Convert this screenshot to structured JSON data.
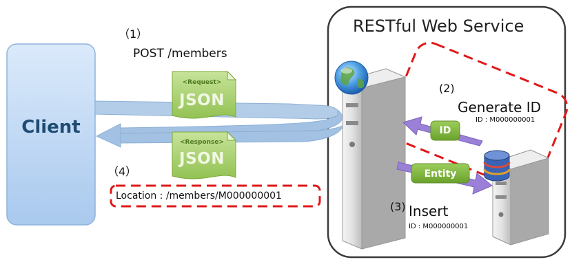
{
  "client": {
    "label": "Client"
  },
  "service": {
    "title": "RESTful Web Service"
  },
  "steps": {
    "step1": {
      "number": "（1）",
      "text": "POST /members"
    },
    "step2": {
      "number": "(2)",
      "text": "Generate ID",
      "id_text": "ID : M000000001"
    },
    "step3": {
      "number": "(3)",
      "text": "Insert",
      "id_text": "ID : M000000001"
    },
    "step4": {
      "number": "（4）",
      "text": "Location : /members/M000000001"
    }
  },
  "request_doc": {
    "tag": "<Request>",
    "format": "JSON"
  },
  "response_doc": {
    "tag": "<Response>",
    "format": "JSON"
  },
  "pills": {
    "id_label": "ID",
    "entity_label": "Entity"
  },
  "colors": {
    "client_fill": "#c5dcf5",
    "arrow_blue": "#a9c7e6",
    "doc_green": "#a8cf6b",
    "pill_green": "#7fb53a",
    "arrow_purple": "#9a7fd4",
    "dashed_red": "#e01818"
  },
  "icons": [
    "globe-icon",
    "server-icon",
    "database-icon"
  ]
}
